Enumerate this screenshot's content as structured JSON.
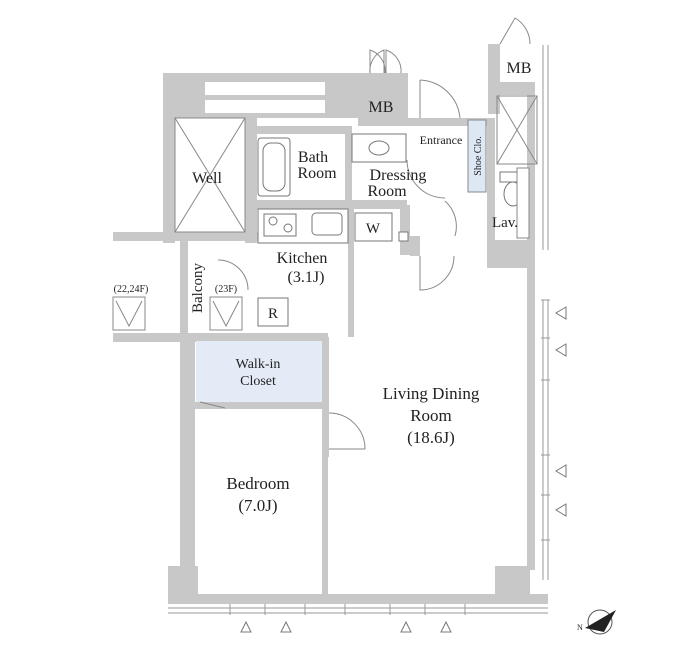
{
  "rooms": {
    "well": "Well",
    "bath": [
      "Bath",
      "Room"
    ],
    "dressing": [
      "Dressing",
      "Room"
    ],
    "entrance": "Entrance",
    "shoe": "Shoe Clo.",
    "mb_top": "MB",
    "mb_right": "MB",
    "lav": "Lav.",
    "w": "W",
    "kitchen": [
      "Kitchen",
      "(3.1J)"
    ],
    "r": "R",
    "balcony": "Balcony",
    "floor_left": "(22,24F)",
    "floor_right": "(23F)",
    "closet": [
      "Walk-in",
      "Closet"
    ],
    "living": [
      "Living Dining",
      "Room",
      "(18.6J)"
    ],
    "bedroom": [
      "Bedroom",
      "(7.0J)"
    ]
  },
  "colors": {
    "wall": "#c8c8c8",
    "closet_fill": "#e3ecf6",
    "shoe_fill": "#dde8f4",
    "text": "#222222"
  },
  "icons": {
    "compass": "north-arrow-icon",
    "window_marker": "triangle-marker-icon"
  }
}
